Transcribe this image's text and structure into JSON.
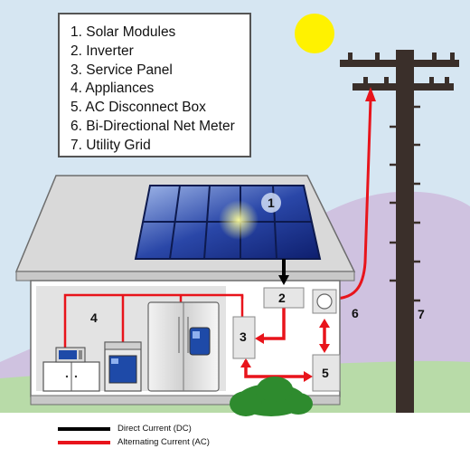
{
  "legend": {
    "items": [
      "1. Solar Modules",
      "2. Inverter",
      "3. Service Panel",
      "4. Appliances",
      "5. AC Disconnect Box",
      "6. Bi-Directional Net Meter",
      "7. Utility Grid"
    ]
  },
  "badges": {
    "solar_modules": "1",
    "inverter": "2",
    "service_panel": "3",
    "appliances": "4",
    "ac_disconnect": "5",
    "net_meter": "6",
    "utility_grid": "7"
  },
  "current_key": {
    "dc": "Direct Current (DC)",
    "ac": "Alternating Current (AC)"
  },
  "colors": {
    "sky": "#d6e6f2",
    "hills": "#cfc2e0",
    "grass": "#b8dba8",
    "roof": "#d9d9d9",
    "house_wall": "#ffffff",
    "ac_line": "#e8141b",
    "dc_line": "#000000",
    "sun": "#fff200",
    "pole": "#3a2f2a"
  }
}
